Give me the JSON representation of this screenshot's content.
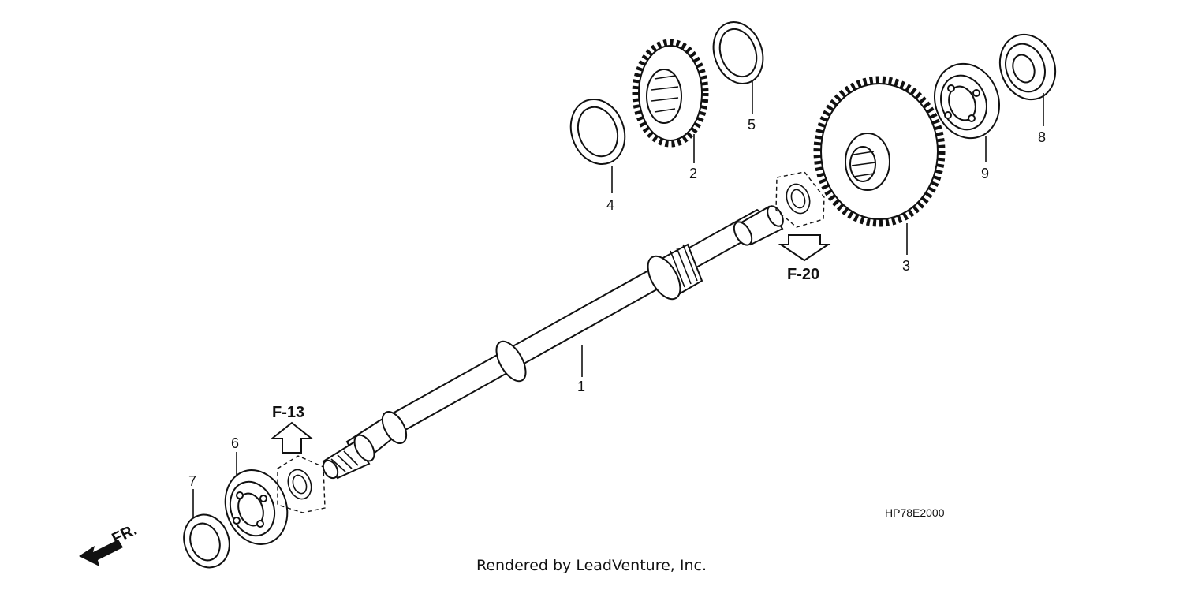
{
  "diagram": {
    "part_numbers": [
      "1",
      "2",
      "3",
      "4",
      "5",
      "6",
      "7",
      "8",
      "9"
    ],
    "references": [
      "F-13",
      "F-20"
    ],
    "direction_label": "FR.",
    "drawing_code": "HP78E2000",
    "credit": "Rendered by LeadVenture, Inc."
  }
}
